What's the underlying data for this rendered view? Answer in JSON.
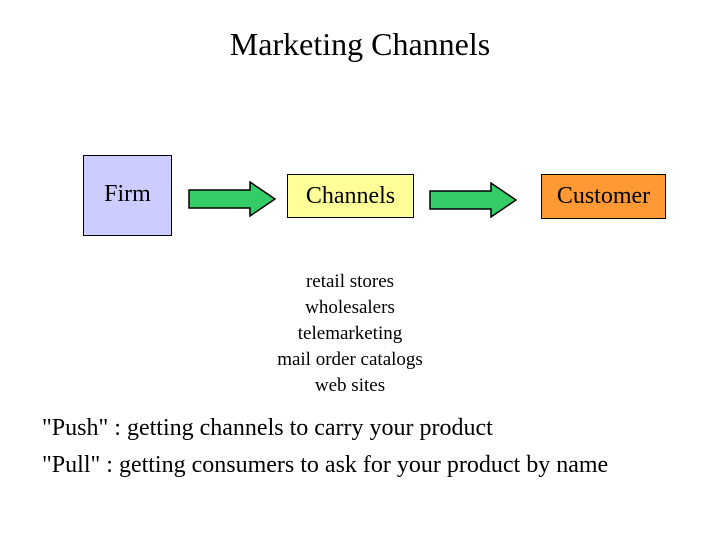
{
  "title": "Marketing Channels",
  "flow": {
    "firm": "Firm",
    "channels": "Channels",
    "customer": "Customer"
  },
  "channel_examples": [
    "retail stores",
    "wholesalers",
    "telemarketing",
    "mail order catalogs",
    "web sites"
  ],
  "definitions": {
    "push": "\"Push\" : getting channels to carry your product",
    "pull": "\"Pull\" : getting consumers to ask for your product by name"
  },
  "colors": {
    "firm_fill": "#ccccff",
    "channels_fill": "#ffff99",
    "customer_fill": "#ff9933",
    "arrow_fill": "#33cc66",
    "arrow_stroke": "#000000"
  },
  "icons": {
    "arrow": "right-arrow-icon"
  }
}
